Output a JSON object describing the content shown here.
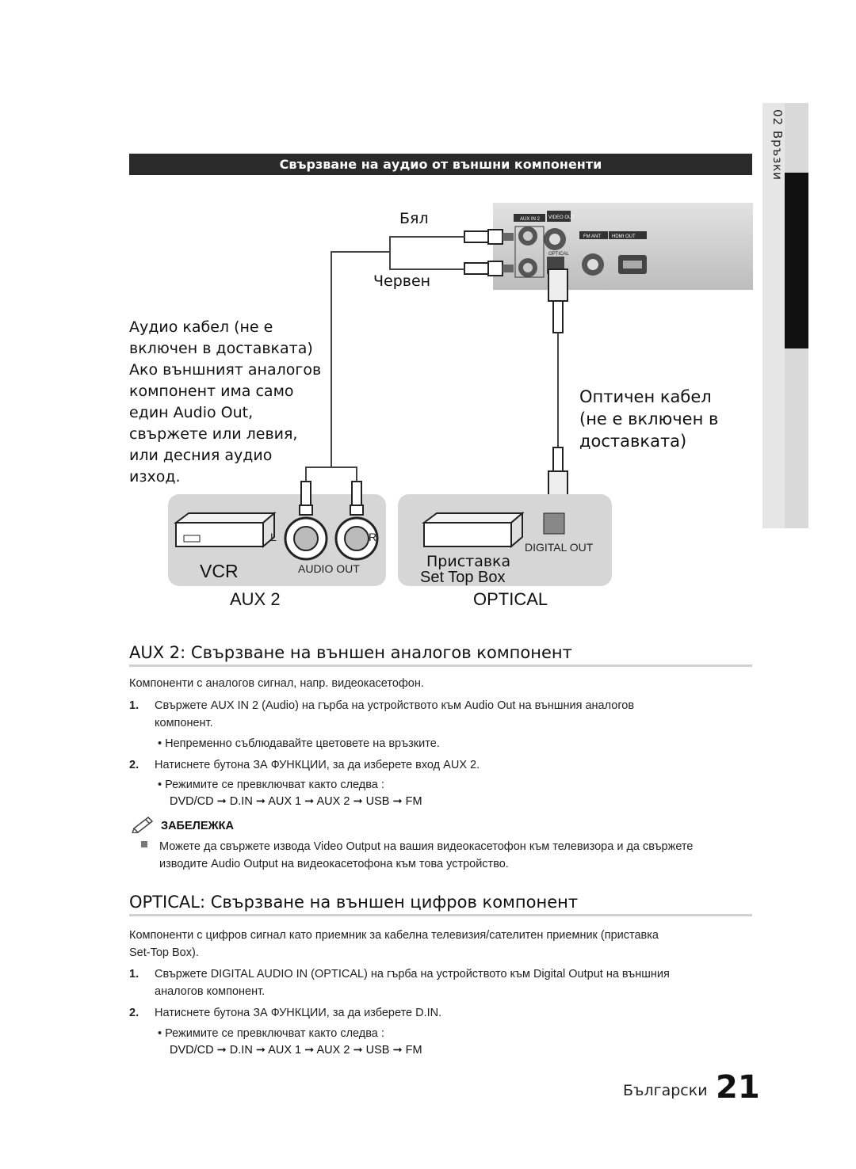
{
  "side_tab": {
    "text": "02 Връзки"
  },
  "section_bar": {
    "title": "Свързване на аудио от външни компоненти"
  },
  "diagram": {
    "label_white": "Бял",
    "label_red": "Червен",
    "panel_labels": {
      "aux_in_2": "AUX IN 2",
      "video_out": "VIDEO OUT",
      "optical": "OPTICAL",
      "fm_ant": "FM ANT",
      "hdmi_out": "HDMI OUT"
    },
    "audio_cable_bold": "Аудио кабел",
    "audio_cable_rest": " (не е включен в доставката)",
    "audio_cable_note": "Ако външният аналогов компонент има само един Audio Out, свържете или левия, или десния аудио изход.",
    "optical_cable_title": "Оптичен кабел",
    "optical_cable_note": "(не е включен в доставката)",
    "vcr_label": "VCR",
    "audio_out_label": "AUDIO OUT",
    "left_label": "L",
    "right_label": "R",
    "digital_out_label": "DIGITAL OUT",
    "stb_label_bg": "Приставка",
    "stb_label_en": "Set Top Box",
    "aux2_caption": "AUX 2",
    "optical_caption": "OPTICAL"
  },
  "aux_section": {
    "heading": "AUX 2: Свързване на външен аналогов компонент",
    "intro": "Компоненти с аналогов сигнал, напр. видеокасетофон.",
    "step1_num": "1.",
    "step1_a": "Свържете ",
    "step1_b": "AUX IN 2",
    "step1_c": " (Audio) на гърба на устройството към Audio Out на външния аналогов",
    "step1_d": "компонент.",
    "bullet1": "Непременно съблюдавайте цветовете на връзките.",
    "step2_num": "2.",
    "step2_a": "Натиснете бутона ",
    "step2_b": "ЗА ФУНКЦИИ",
    "step2_c": ", за да изберете вход ",
    "step2_d": "AUX 2",
    "step2_e": ".",
    "bullet2": "Режимите се превключват както следва :",
    "sequence": "DVD/CD ➞ D.IN ➞ AUX 1 ➞ AUX 2 ➞ USB  ➞ FM",
    "note_title": "ЗАБЕЛЕЖКА",
    "note_line1": "Можете да свържете извода Video Output на вашия видеокасетофон към телевизора и да свържете",
    "note_line2": "изводите Audio Output на видеокасетофона към това устройство."
  },
  "optical_section": {
    "heading": "OPTICAL: Свързване на външен цифров компонент",
    "intro_line1": "Компоненти с цифров сигнал като приемник за кабелна телевизия/сателитен приемник (приставка",
    "intro_line2": "Set-Top Box).",
    "step1_num": "1.",
    "step1_a": "Свържете ",
    "step1_b": "DIGITAL AUDIO IN (OPTICAL)",
    "step1_c": " на гърба на устройството към Digital Output на външния",
    "step1_d": "аналогов компонент.",
    "step2_num": "2.",
    "step2_a": "Натиснете бутона ",
    "step2_b": "ЗА ФУНКЦИИ",
    "step2_c": ", за да изберете ",
    "step2_d": "D.IN",
    "step2_e": ".",
    "bullet": "Режимите се превключват както следва :",
    "sequence": "DVD/CD ➞ D.IN ➞ AUX 1 ➞ AUX 2 ➞ USB  ➞ FM"
  },
  "footer": {
    "language": "Български",
    "page_number": "21"
  }
}
